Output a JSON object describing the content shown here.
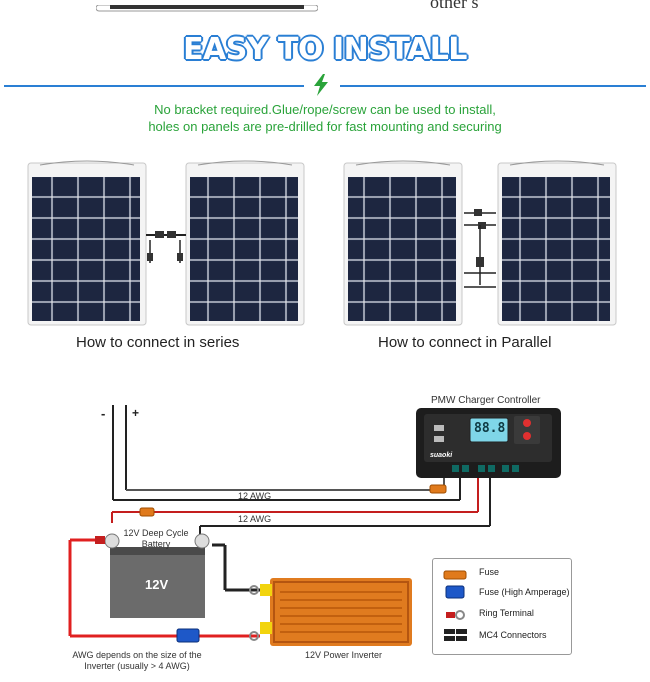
{
  "top_partial": {
    "text": "other  s"
  },
  "header": {
    "title": "EASY TO INSTALL",
    "subtitle_line1": "No bracket required.Glue/rope/screw can be used to install,",
    "subtitle_line2": "holes on panels are pre-drilled for fast mounting and securing",
    "accent_color": "#2a7fd4",
    "subtitle_color": "#2aa33a"
  },
  "connections": {
    "series_caption": "How to connect in series",
    "parallel_caption": "How to connect in Parallel"
  },
  "wiring": {
    "controller_title": "PMW Charger Controller",
    "controller_brand": "suaoki",
    "controller_display": "88.8",
    "minus": "-",
    "plus": "+",
    "awg_top": "12 AWG",
    "awg_mid": "12 AWG",
    "battery_label_line1": "12V Deep Cycle",
    "battery_label_line2": "Battery",
    "battery_voltage": "12V",
    "inverter_label": "12V Power Inverter",
    "awg_note_line1": "AWG depends on the size of the",
    "awg_note_line2": "Inverter (usually > 4 AWG)"
  },
  "legend": {
    "items": [
      {
        "label": "Fuse",
        "icon": "fuse-icon"
      },
      {
        "label": "Fuse (High Amperage)",
        "icon": "high-amp-fuse-icon"
      },
      {
        "label": "Ring Terminal",
        "icon": "ring-terminal-icon"
      },
      {
        "label": "MC4 Connectors",
        "icon": "mc4-connector-icon"
      }
    ]
  }
}
